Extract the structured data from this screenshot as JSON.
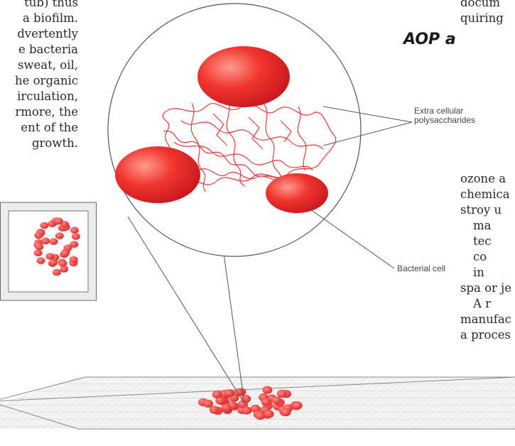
{
  "left_column": {
    "lines": [
      "tub) thus",
      "a biofilm.",
      "dvertently",
      "e bacteria",
      "sweat, oil,",
      "he organic",
      "irculation,",
      "rmore, the",
      "ent of the",
      "growth."
    ]
  },
  "right_column": {
    "top_lines": [
      "docum",
      "quiring"
    ],
    "heading": "AOP a",
    "body_lines": [
      "ozone a",
      "chemica",
      "stroy u",
      "ma",
      "tec",
      "co",
      "in",
      "spa or je",
      "A r",
      "manufac",
      "a proces"
    ]
  },
  "figure": {
    "label_eps_line1": "Extra cellular",
    "label_eps_line2": "polysaccharides",
    "label_cell": "Bacterial cell",
    "colors": {
      "cell_red": "#e8202a",
      "cell_highlight": "#ff8a80",
      "outline": "#555555",
      "grid": "#cccccc",
      "plate_fill": "#f2f2f2"
    }
  }
}
